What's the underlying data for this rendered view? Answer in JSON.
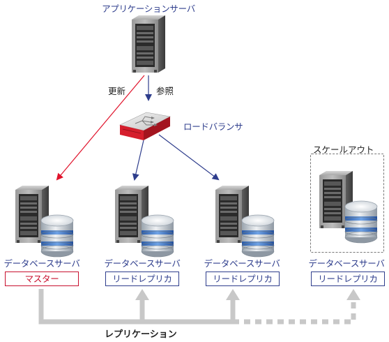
{
  "app_server": {
    "label": "アプリケーションサーバ"
  },
  "edges": {
    "update_label": "更新",
    "reference_label": "参照"
  },
  "load_balancer": {
    "label": "ロードバランサ"
  },
  "scale_out": {
    "label": "スケールアウト"
  },
  "db_servers": [
    {
      "label": "データベースサーバ",
      "role": "マスター"
    },
    {
      "label": "データベースサーバ",
      "role": "リードレプリカ"
    },
    {
      "label": "データベースサーバ",
      "role": "リードレプリカ"
    },
    {
      "label": "データベースサーバ",
      "role": "リードレプリカ"
    }
  ],
  "replication": {
    "label": "レプリケーション"
  },
  "colors": {
    "update_arrow": "#e0132b",
    "reference_arrow": "#2e3d8c",
    "replication_line": "#c8c8c8",
    "master_role": "#c8102e",
    "replica_role": "#2e3d8c",
    "load_balancer_body": "#d51e2c"
  }
}
